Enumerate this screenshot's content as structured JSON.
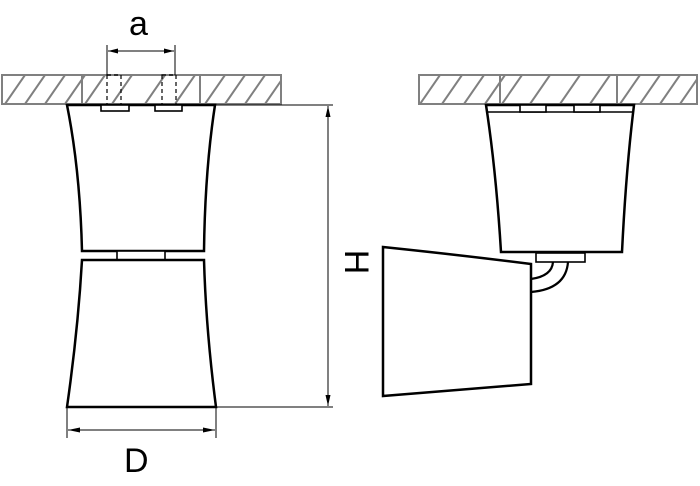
{
  "diagram": {
    "type": "technical-dimension-drawing",
    "subject": "ceiling-mounted lamp, two views",
    "labels": {
      "mount_spacing": "a",
      "diameter": "D",
      "height": "H"
    },
    "views": [
      {
        "name": "front-view",
        "description": "double cone lamp mounted to ceiling, dimensioned with a, D, H"
      },
      {
        "name": "side-view",
        "description": "lamp with tilted swivel head on curved arm"
      }
    ],
    "colors": {
      "outline": "#000000",
      "ceiling_hatch": "#808080",
      "background": "#ffffff"
    }
  }
}
